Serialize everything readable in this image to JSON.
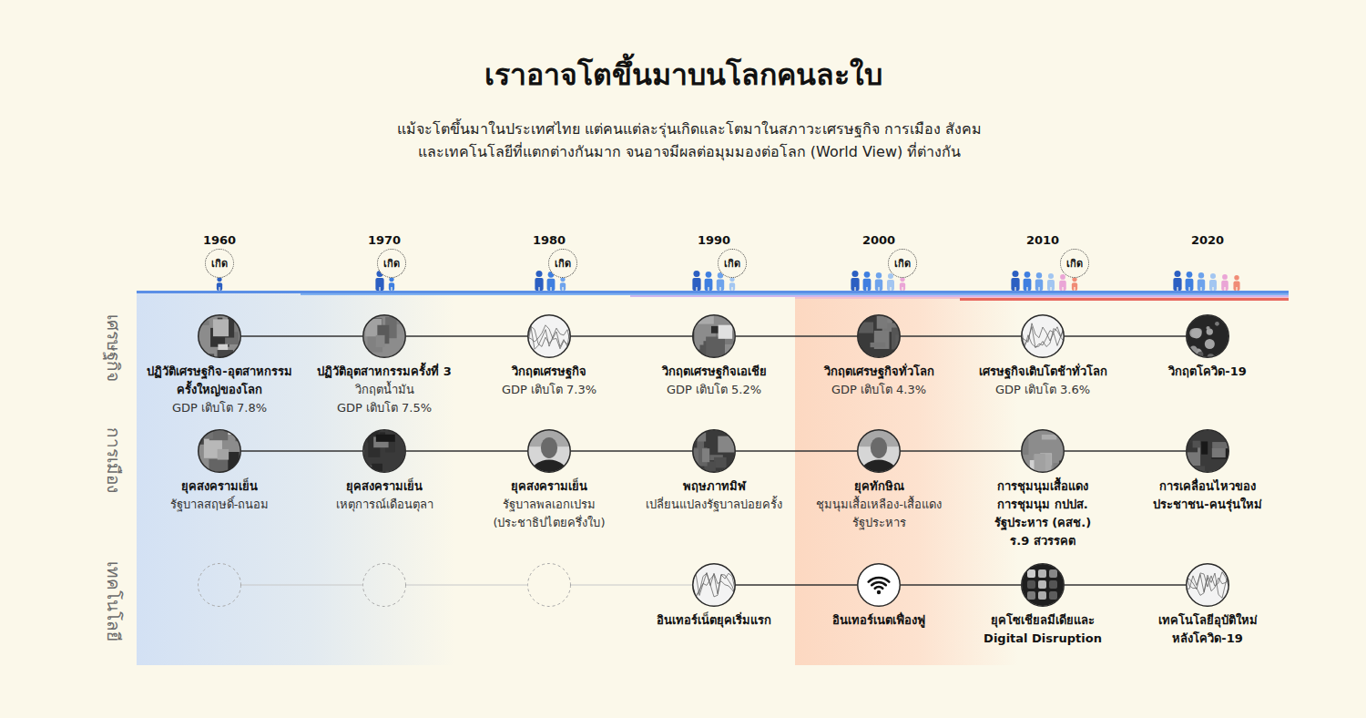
{
  "diagram": {
    "title": "เราอาจโตขึ้นมาบนโลกคนละใบ",
    "caption": "แม้จะโตขึ้นมาในประเทศไทย แต่คนแต่ละรุ่นเกิดและโตมาในสภาวะเศรษฐกิจ การเมือง สังคม และเทคโนโลยีที่แตกต่างกันมาก จนอาจมีผลต่อมุมมองต่อโลก (World View) ที่ต่างกัน",
    "nodes": [
      {
        "text": [
          "เกิด"
        ]
      },
      {
        "text": [
          "เกิด"
        ]
      },
      {
        "text": [
          "เกิด"
        ]
      },
      {
        "text": [
          "เกิด"
        ]
      },
      {
        "text": [
          "เกิด"
        ]
      },
      {
        "text": [
          "เกิด"
        ]
      },
      {
        "text": [
          "ปฏิวัติเศรษฐกิจ-อุตสาหกรรม ครั้งใหญ่ของโลก",
          "GDP เติบโต 7.8%"
        ]
      },
      {
        "text": [
          "ปฏิวัติอุตสาหกรรมครั้งที่ 3",
          "วิกฤตน้ำมัน",
          "GDP เติบโต 7.5%"
        ]
      },
      {
        "text": [
          "วิกฤตเศรษฐกิจ",
          "GDP เติบโต 7.3%"
        ]
      },
      {
        "text": [
          "วิกฤตเศรษฐกิจเอเชีย",
          "GDP เติบโต 5.2%"
        ]
      },
      {
        "text": [
          "วิกฤตเศรษฐกิจทั่วโลก",
          "GDP เติบโต 4.3%"
        ]
      },
      {
        "text": [
          "เศรษฐกิจเติบโตช้าทั่วโลก",
          "GDP เติบโต 3.6%"
        ]
      },
      {
        "text": [
          "วิกฤตโควิด-19"
        ]
      },
      {
        "text": [
          "ยุคสงครามเย็น",
          "รัฐบาลสฤษดิ์-ถนอม"
        ]
      },
      {
        "text": [
          "ยุคสงครามเย็น",
          "เหตุการณ์เดือนตุลา"
        ]
      },
      {
        "text": [
          "ยุคสงครามเย็น",
          "รัฐบาลพลเอกเปรม (ประชาธิปไตยครึ่งใบ)"
        ]
      },
      {
        "text": [
          "พฤษภาทมิฬ",
          "เปลี่ยนแปลงรัฐบาลบ่อยครั้ง"
        ]
      },
      {
        "text": [
          "ยุคทักษิณ",
          "ชุมนุมเสื้อเหลือง-เสื้อแดง",
          "รัฐประหาร"
        ]
      },
      {
        "text": [
          "การชุมนุมเสื้อแดง",
          "การชุมนุม กปปส.",
          "รัฐประหาร (คสช.)",
          "ร.9 สวรรคต"
        ]
      },
      {
        "text": [
          "การเคลื่อนไหวของ ประชาชน-คนรุ่นใหม่"
        ]
      },
      {
        "text": [
          "อินเทอร์เน็ตยุคเริ่มแรก"
        ]
      },
      {
        "text": [
          "อินเทอร์เนตเฟื่องฟู"
        ]
      },
      {
        "text": [
          "ยุคโซเชียลมีเดียและ Digital Disruption"
        ]
      },
      {
        "text": [
          "เทคโนโลยีอุบัติใหม่ หลังโควิด-19"
        ]
      }
    ],
    "edges": [
      {
        "from": 6,
        "to": 7,
        "arrow": "none"
      },
      {
        "from": 7,
        "to": 8,
        "arrow": "none"
      },
      {
        "from": 8,
        "to": 9,
        "arrow": "none"
      },
      {
        "from": 9,
        "to": 10,
        "arrow": "none"
      },
      {
        "from": 10,
        "to": 11,
        "arrow": "none"
      },
      {
        "from": 11,
        "to": 12,
        "arrow": "none"
      },
      {
        "from": 13,
        "to": 14,
        "arrow": "none"
      },
      {
        "from": 14,
        "to": 15,
        "arrow": "none"
      },
      {
        "from": 15,
        "to": 16,
        "arrow": "none"
      },
      {
        "from": 16,
        "to": 17,
        "arrow": "none"
      },
      {
        "from": 17,
        "to": 18,
        "arrow": "none"
      },
      {
        "from": 18,
        "to": 19,
        "arrow": "none"
      },
      {
        "from": 20,
        "to": 21,
        "arrow": "none"
      },
      {
        "from": 21,
        "to": 22,
        "arrow": "none"
      },
      {
        "from": 22,
        "to": 23,
        "arrow": "none"
      }
    ],
    "labels": [
      "1960",
      "1970",
      "1980",
      "1990",
      "2000",
      "2010",
      "2020",
      "เศรษฐกิจ",
      "การเมือง",
      "เทคโนโลยี"
    ]
  }
}
